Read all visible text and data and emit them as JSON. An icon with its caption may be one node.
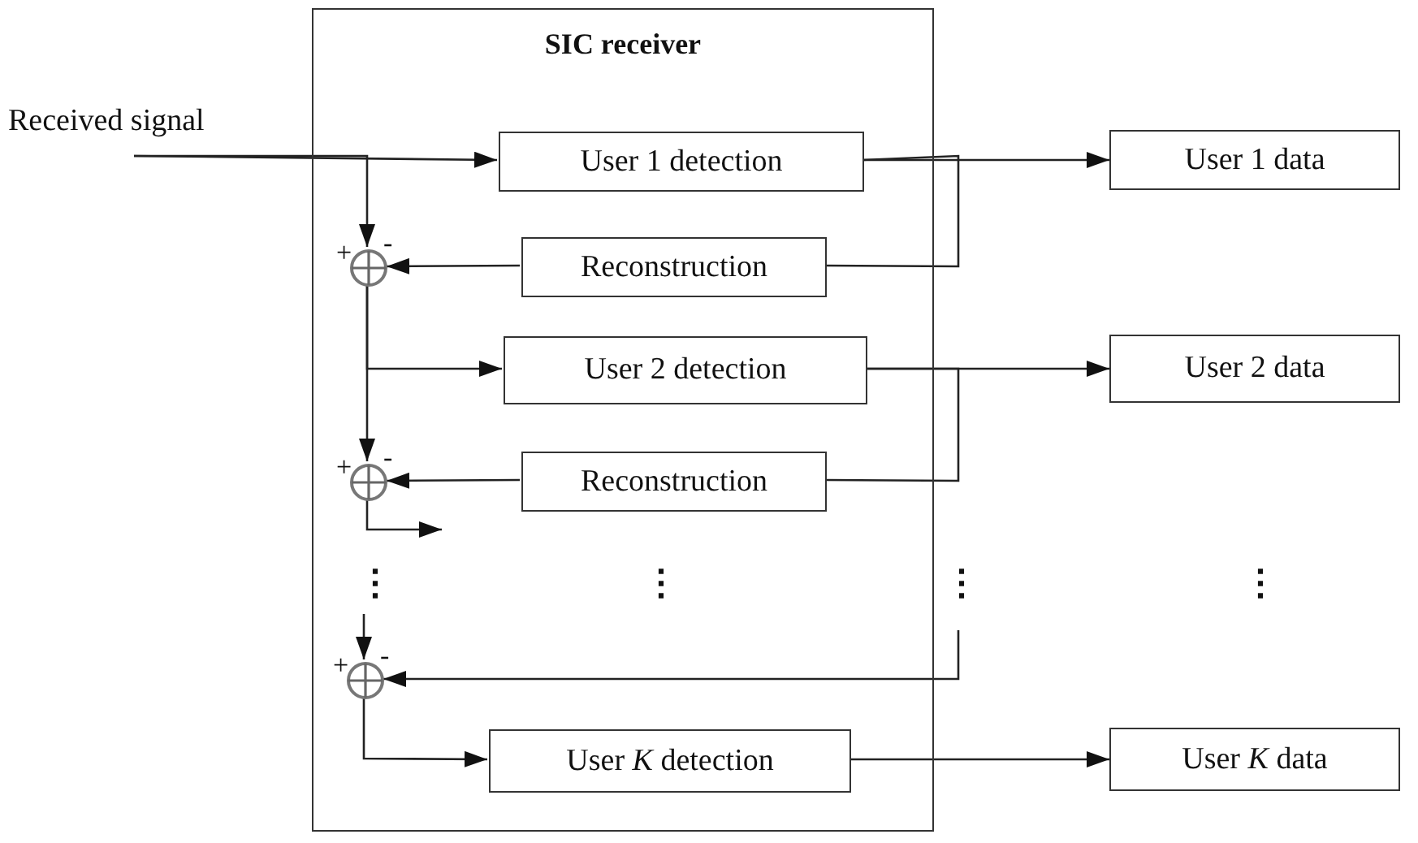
{
  "diagram": {
    "nodes": [
      {
        "text": [
          "SIC receiver"
        ]
      },
      {
        "text": [
          "Received signal"
        ]
      },
      {
        "text": [
          "User 1 detection"
        ],
        "in": 0
      },
      {
        "text": [
          "User 1 data"
        ]
      },
      {
        "text": [],
        "shape": "circle",
        "in": 0,
        "beside": [
          "+",
          "-"
        ]
      },
      {
        "text": [
          "Reconstruction"
        ],
        "in": 0
      },
      {
        "text": [
          "User 2 detection"
        ],
        "in": 0
      },
      {
        "text": [
          "User 2 data"
        ]
      },
      {
        "text": [],
        "shape": "circle",
        "in": 0,
        "beside": [
          "+",
          "-"
        ]
      },
      {
        "text": [
          "Reconstruction"
        ],
        "in": 0
      },
      {
        "text": [],
        "shape": "circle",
        "in": 0,
        "beside": [
          "+",
          "-"
        ]
      },
      {
        "text": [
          "User *K* detection"
        ],
        "in": 0
      },
      {
        "text": [
          "User *K* data"
        ]
      }
    ],
    "edges": [
      {
        "from": 1,
        "to": 2,
        "arrow": "to"
      },
      {
        "from": 1,
        "to": 4,
        "arrow": "to"
      },
      {
        "from": 2,
        "to": 3,
        "arrow": "to"
      },
      {
        "from": 2,
        "to": 5,
        "arrow": "none"
      },
      {
        "from": 5,
        "to": 4,
        "arrow": "to"
      },
      {
        "from": 4,
        "to": 6,
        "arrow": "to"
      },
      {
        "from": 4,
        "to": 8,
        "arrow": "to"
      },
      {
        "from": 6,
        "to": 7,
        "arrow": "to"
      },
      {
        "from": 6,
        "to": 9,
        "arrow": "none"
      },
      {
        "from": 9,
        "to": 8,
        "arrow": "to"
      },
      {
        "from": 8,
        "to": null,
        "arrow": "to"
      },
      {
        "from": null,
        "to": 10,
        "arrow": "to"
      },
      {
        "from": null,
        "to": 10,
        "arrow": "to"
      },
      {
        "from": 10,
        "to": 11,
        "arrow": "to"
      },
      {
        "from": 11,
        "to": 12,
        "arrow": "to"
      }
    ],
    "labels": [
      "⋮",
      "⋮",
      "⋮",
      "⋮"
    ]
  }
}
